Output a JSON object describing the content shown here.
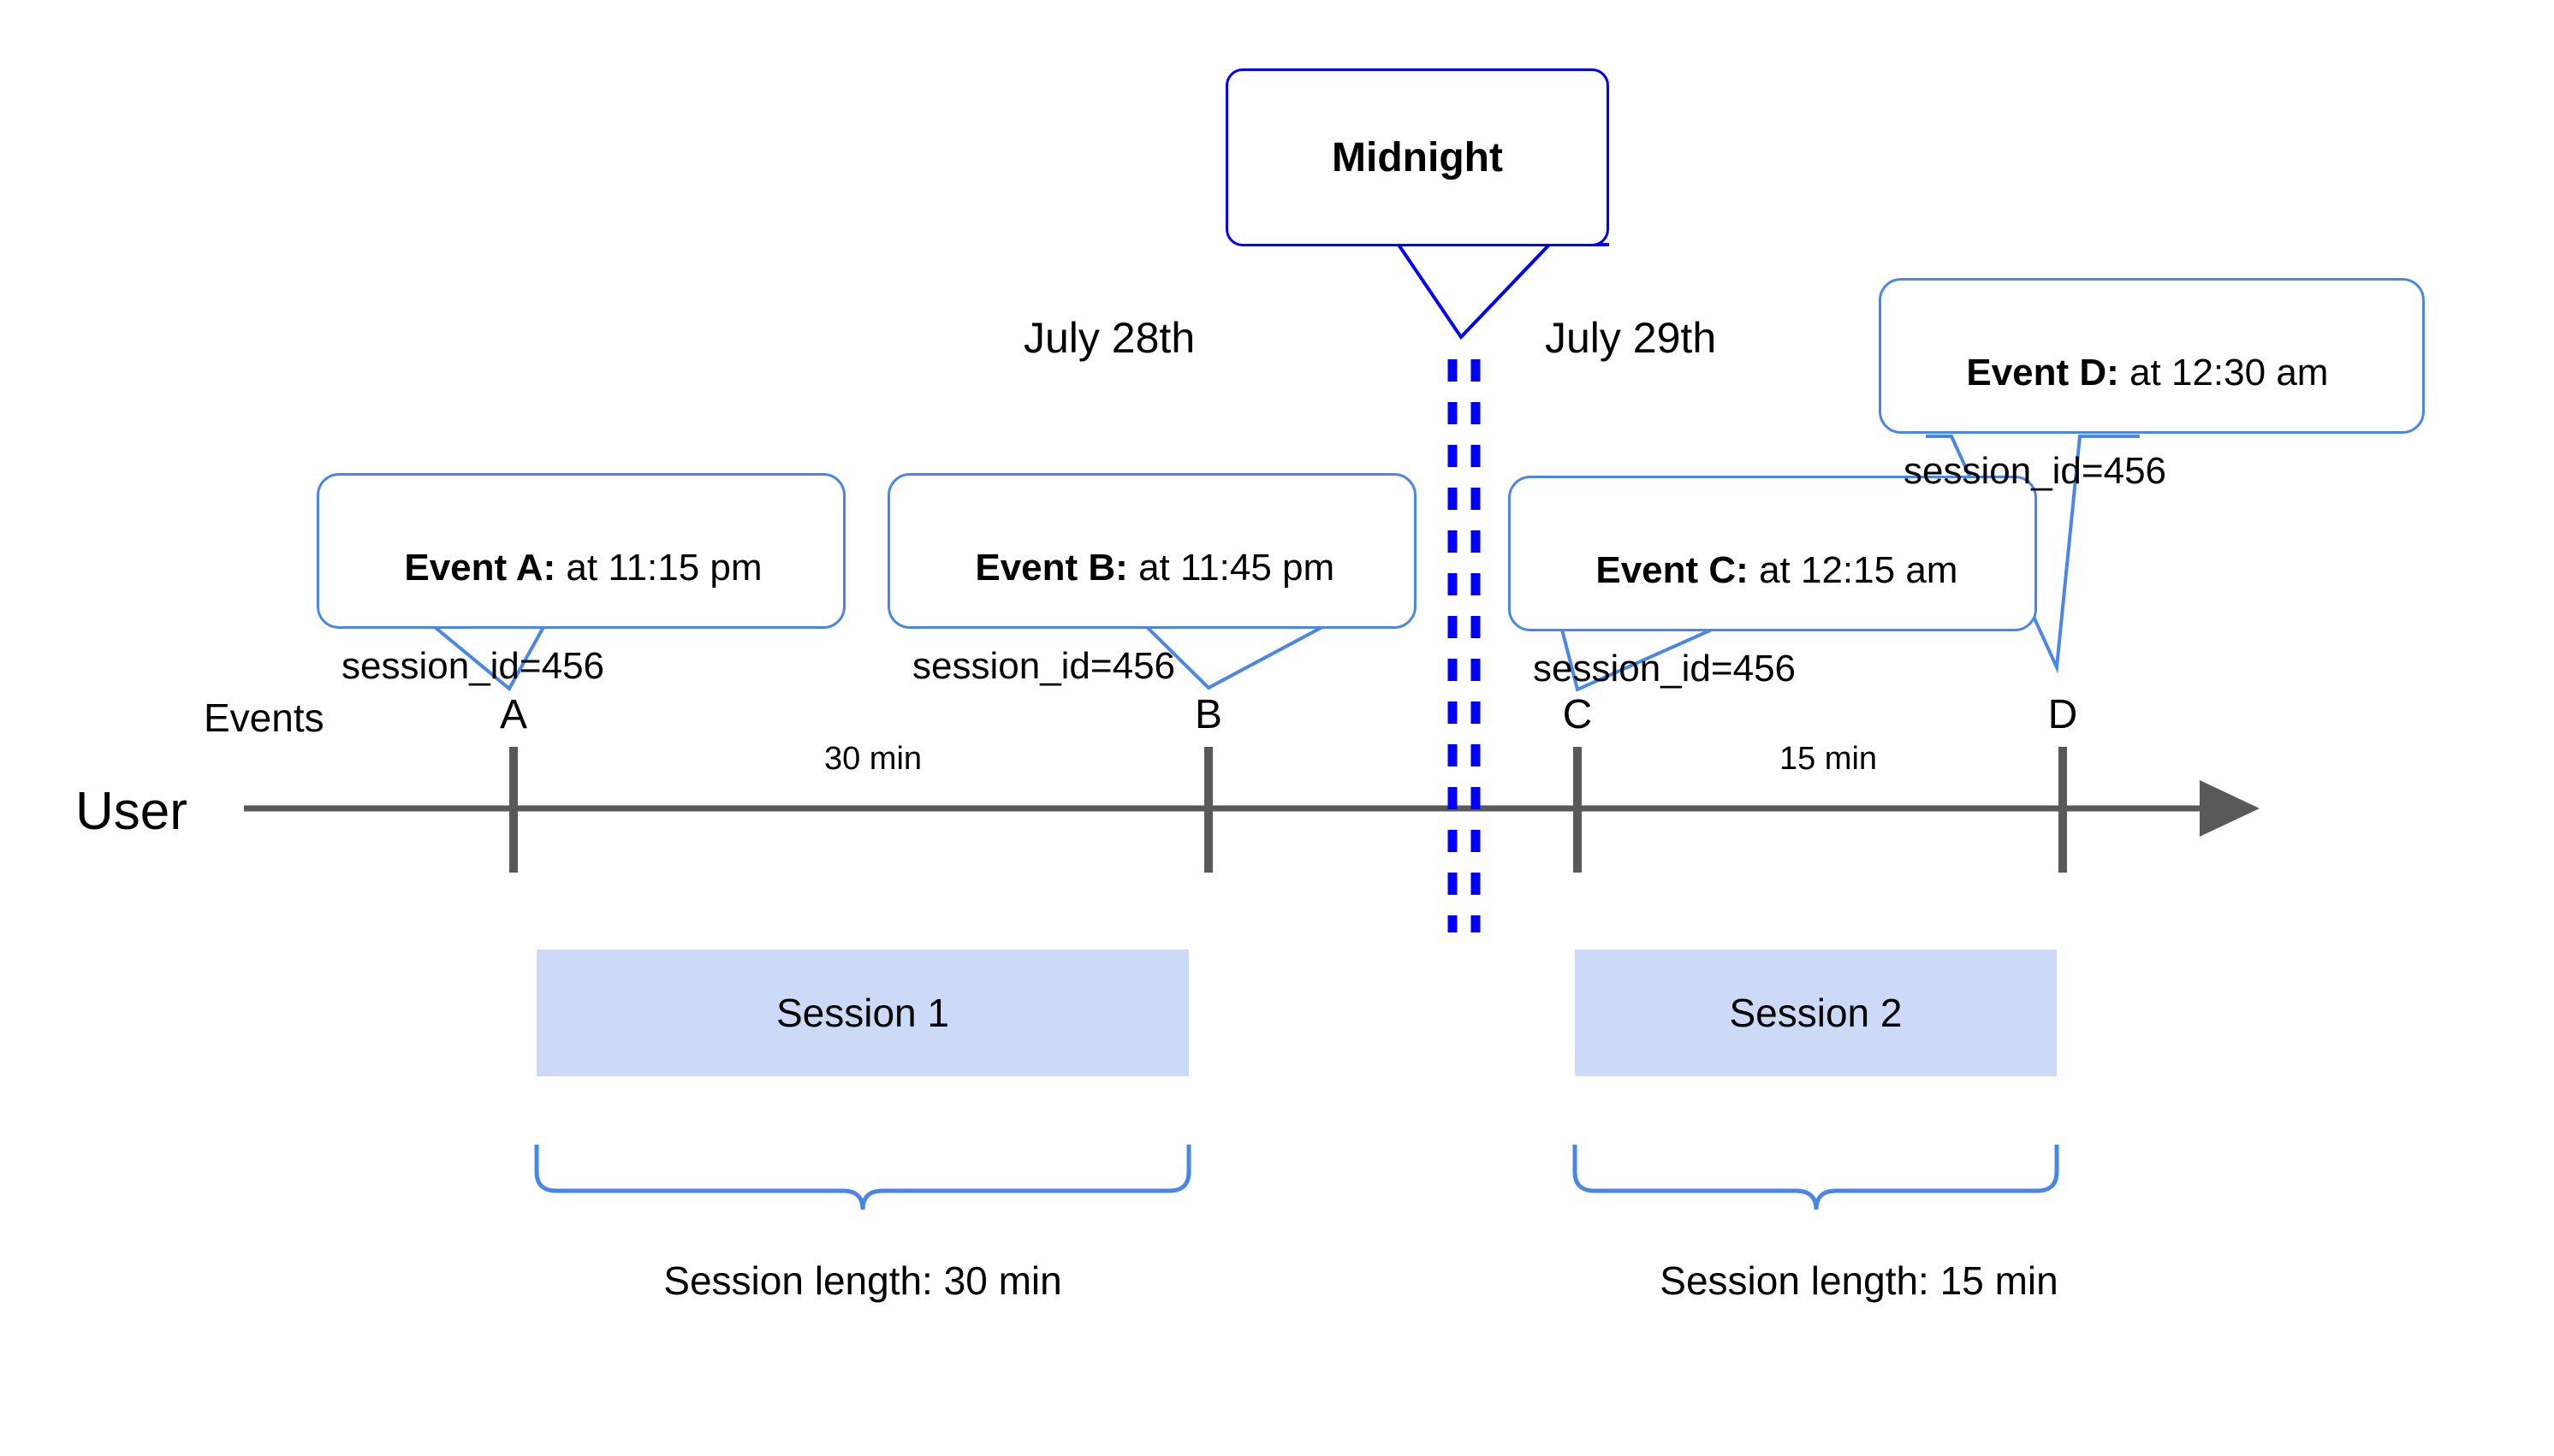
{
  "diagram": {
    "row_labels": {
      "user": "User",
      "events": "Events"
    },
    "dates": {
      "left": "July 28th",
      "right": "July 29th"
    },
    "midnight_marker": {
      "label": "Midnight"
    },
    "events": [
      {
        "letter": "A",
        "title": "Event A:",
        "detail": " at 11:15 pm",
        "session_line": "session_id=456"
      },
      {
        "letter": "B",
        "title": "Event B:",
        "detail": " at 11:45 pm",
        "session_line": "session_id=456"
      },
      {
        "letter": "C",
        "title": "Event C:",
        "detail": " at 12:15 am",
        "session_line": "session_id=456"
      },
      {
        "letter": "D",
        "title": "Event D:",
        "detail": " at 12:30 am",
        "session_line": "session_id=456"
      }
    ],
    "gaps": [
      {
        "label": "30 min"
      },
      {
        "label": "15 min"
      }
    ],
    "sessions": [
      {
        "name": "Session 1",
        "length_caption": "Session length: 30 min"
      },
      {
        "name": "Session 2",
        "length_caption": "Session length: 15 min"
      }
    ],
    "colors": {
      "callout_border": "#4a86e8",
      "midnight_border": "#0000ff",
      "midnight_dash": "#0000ff",
      "session_fill": "#ccd9f7",
      "axis": "#595959",
      "brace": "#4a86e8"
    }
  }
}
